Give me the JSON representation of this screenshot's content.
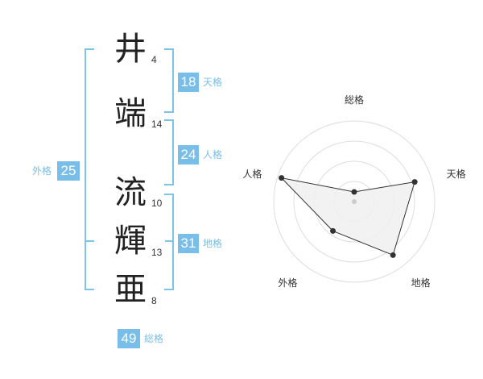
{
  "name": {
    "chars": [
      "井",
      "端",
      "流",
      "輝",
      "亜"
    ],
    "strokes": [
      "4",
      "14",
      "10",
      "13",
      "8"
    ]
  },
  "scores": {
    "tenkaku": {
      "value": "18",
      "label": "天格"
    },
    "jinkaku": {
      "value": "24",
      "label": "人格"
    },
    "chikaku": {
      "value": "31",
      "label": "地格"
    },
    "gaikaku": {
      "value": "25",
      "label": "外格"
    },
    "soukaku": {
      "value": "49",
      "label": "総格"
    }
  },
  "radar": {
    "labels": [
      "総格",
      "天格",
      "地格",
      "外格",
      "人格"
    ],
    "values": [
      0.12,
      0.79,
      0.82,
      0.45,
      0.95
    ],
    "rings": 4,
    "colors": {
      "ring": "#dddddd",
      "fill": "#f0f0f0",
      "stroke": "#333333",
      "point": "#333333",
      "center": "#cccccc",
      "bracket": "#7ec4ea",
      "score": "#79bee9"
    }
  }
}
